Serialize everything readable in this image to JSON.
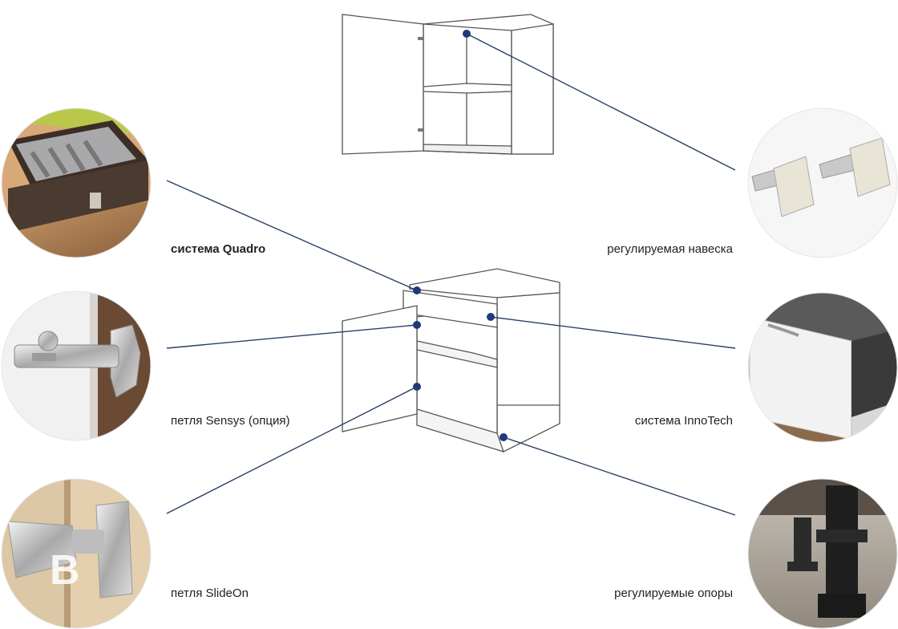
{
  "labels": {
    "quadro": "система Quadro",
    "sensys": "петля Sensys (опция)",
    "slideon": "петля SlideOn",
    "hanger": "регулируемая навеска",
    "innotech": "система InnoTech",
    "legs": "регулируемые опоры"
  },
  "colors": {
    "leader": "#2a3f66",
    "dot": "#1f3a7a",
    "outline": "#555555"
  },
  "watermark": "B"
}
